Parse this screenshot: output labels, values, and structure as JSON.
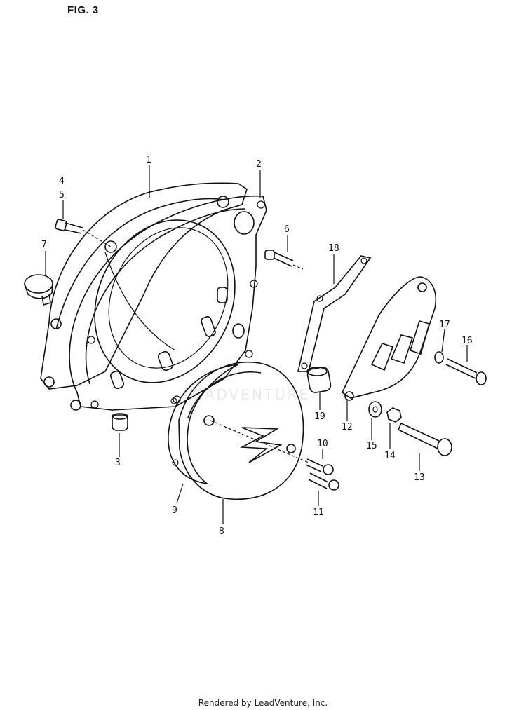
{
  "figure": {
    "title": "FIG. 3"
  },
  "footer": {
    "credit": "Rendered by LeadVenture, Inc."
  },
  "watermark": {
    "text": "LEADVENTURE"
  },
  "callouts": [
    {
      "id": "1",
      "label": "1"
    },
    {
      "id": "2",
      "label": "2"
    },
    {
      "id": "3",
      "label": "3"
    },
    {
      "id": "4",
      "label": "4"
    },
    {
      "id": "5",
      "label": "5"
    },
    {
      "id": "6",
      "label": "6"
    },
    {
      "id": "7",
      "label": "7"
    },
    {
      "id": "8",
      "label": "8"
    },
    {
      "id": "9",
      "label": "9"
    },
    {
      "id": "10",
      "label": "10"
    },
    {
      "id": "11",
      "label": "11"
    },
    {
      "id": "12",
      "label": "12"
    },
    {
      "id": "13",
      "label": "13"
    },
    {
      "id": "14",
      "label": "14"
    },
    {
      "id": "15",
      "label": "15"
    },
    {
      "id": "16",
      "label": "16"
    },
    {
      "id": "17",
      "label": "17"
    },
    {
      "id": "18",
      "label": "18"
    },
    {
      "id": "19",
      "label": "19"
    }
  ],
  "colors": {
    "ink": "#111111",
    "background": "#ffffff",
    "watermark": "#e9e9e9"
  }
}
